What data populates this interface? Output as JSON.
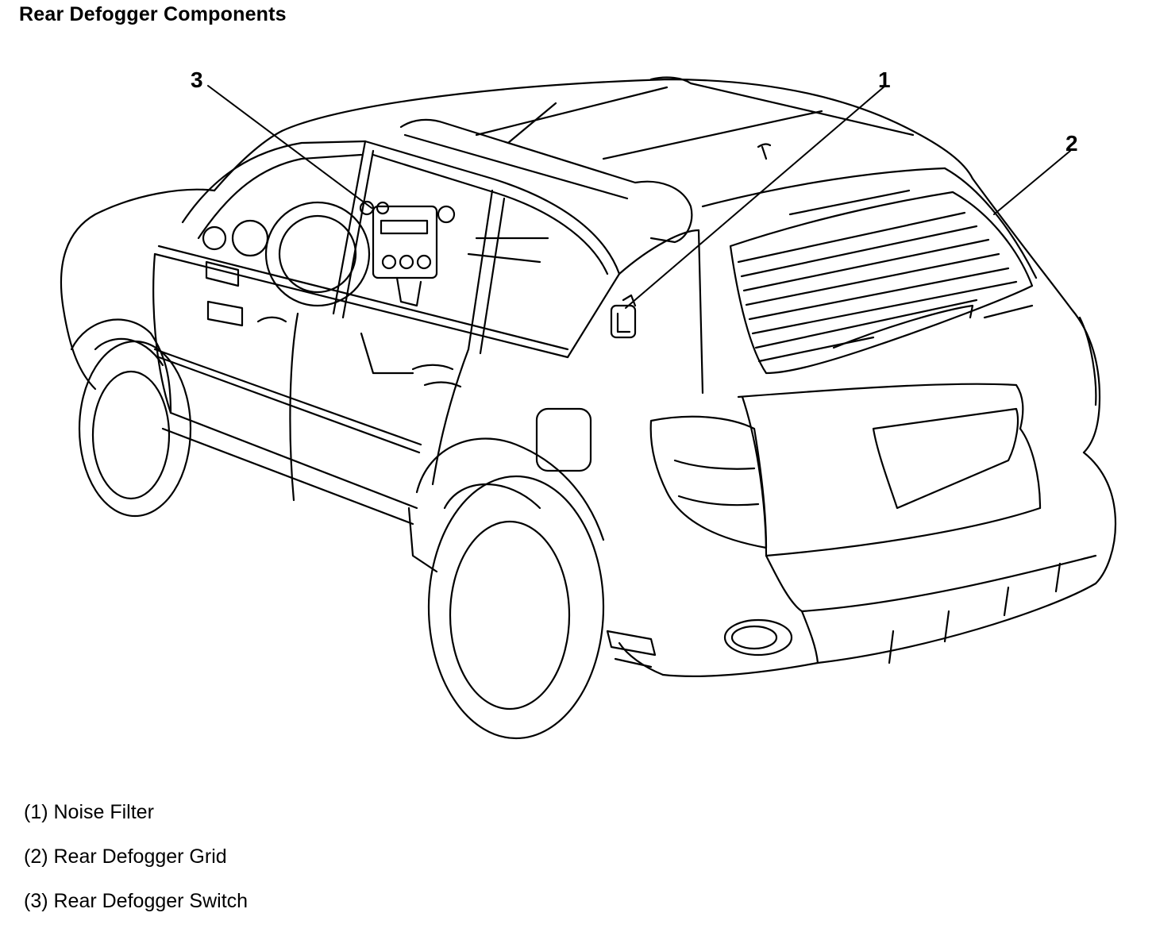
{
  "title": "Rear Defogger Components",
  "callouts": [
    {
      "number": "1"
    },
    {
      "number": "2"
    },
    {
      "number": "3"
    }
  ],
  "legend": [
    {
      "label": "(1) Noise Filter"
    },
    {
      "label": "(2) Rear Defogger Grid"
    },
    {
      "label": "(3) Rear Defogger Switch"
    }
  ]
}
